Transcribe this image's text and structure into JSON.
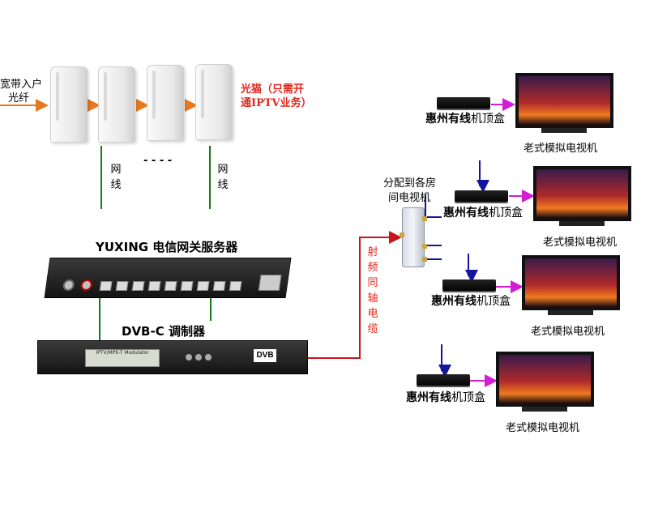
{
  "broadband": {
    "line1": "宽带入户",
    "line2": "光纤"
  },
  "ont": {
    "line1": "光猫（只需开",
    "line2": "通IPTV业务）"
  },
  "cable": {
    "left": "网线",
    "right": "网线",
    "dashes": "- - - -"
  },
  "server_label": "YUXING 电信网关服务器",
  "modulator_label": "DVB-C 调制器",
  "modulator_screen": "IPTV/MPE-T Modulator",
  "modulator_logo": "DVB",
  "coax_label": "射频同轴电缆",
  "splitter_label": {
    "line1": "分配到各房",
    "line2": "间电视机"
  },
  "stb_brand": "惠州有线",
  "stb_suffix": "机顶盒",
  "tv_label": "老式模拟电视机",
  "colors": {
    "orange_arrow": "#e8781e",
    "red_cable": "#c8141e",
    "green_cable": "#1a7a1a",
    "magenta_arrow": "#d21ed2",
    "blue_arrow": "#1414a0",
    "red_text": "#e0281e"
  }
}
